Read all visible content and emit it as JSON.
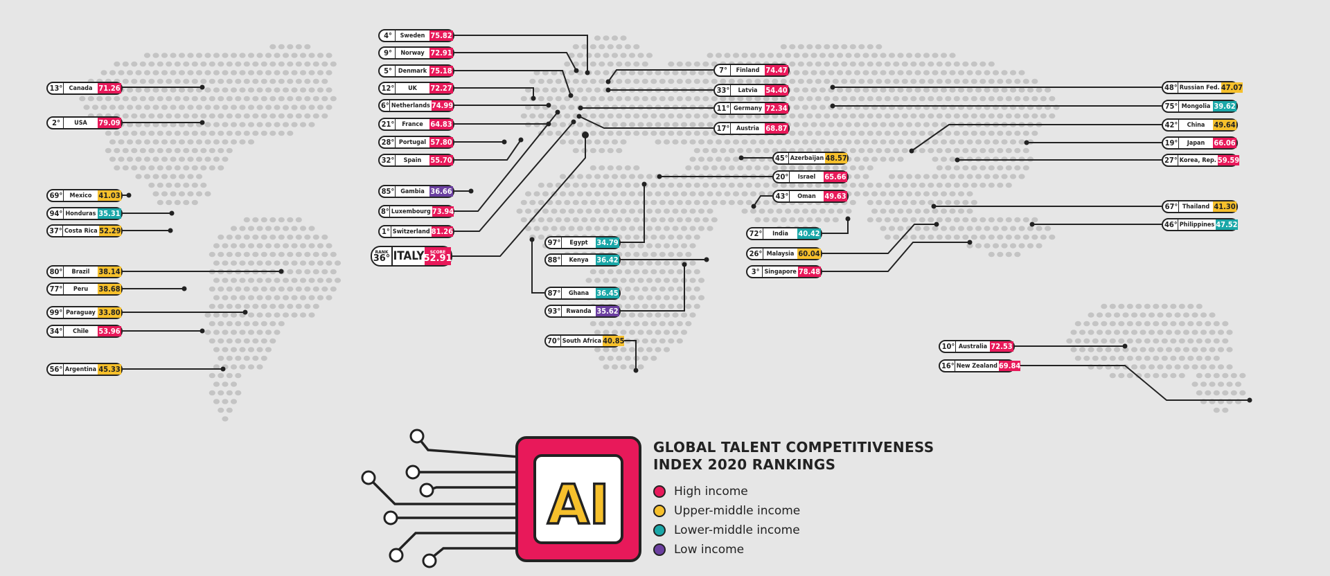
{
  "colors": {
    "high": "#e8195a",
    "upper_middle": "#f6c02c",
    "lower_middle": "#1aa7a8",
    "low": "#6b3fa0",
    "dots": "#c4c4c4",
    "background": "#e6e6e6"
  },
  "title_line1": "GLOBAL TALENT COMPETITIVENESS",
  "title_line2": "INDEX 2020 RANKINGS",
  "legend": [
    {
      "label": "High income",
      "color": "#e8195a"
    },
    {
      "label": "Upper-middle income",
      "color": "#f6c02c"
    },
    {
      "label": "Lower-middle income",
      "color": "#1aa7a8"
    },
    {
      "label": "Low income",
      "color": "#6b3fa0"
    }
  ],
  "chip_icon": "ai-chip-icon",
  "chip_text": "AI",
  "featured": {
    "rank_caption": "RANK",
    "rank": "36°",
    "name": "ITALY",
    "score_caption": "SCORE",
    "score": "52.91"
  },
  "countries": [
    {
      "rank": "13°",
      "name": "Canada",
      "score": "71.26",
      "income": "high"
    },
    {
      "rank": "2°",
      "name": "USA",
      "score": "79.09",
      "income": "high"
    },
    {
      "rank": "69°",
      "name": "Mexico",
      "score": "41.03",
      "income": "upper_middle"
    },
    {
      "rank": "94°",
      "name": "Honduras",
      "score": "35.31",
      "income": "lower_middle"
    },
    {
      "rank": "37°",
      "name": "Costa Rica",
      "score": "52.29",
      "income": "upper_middle"
    },
    {
      "rank": "80°",
      "name": "Brazil",
      "score": "38.14",
      "income": "upper_middle"
    },
    {
      "rank": "77°",
      "name": "Peru",
      "score": "38.68",
      "income": "upper_middle"
    },
    {
      "rank": "99°",
      "name": "Paraguay",
      "score": "33.80",
      "income": "upper_middle"
    },
    {
      "rank": "34°",
      "name": "Chile",
      "score": "53.96",
      "income": "high"
    },
    {
      "rank": "56°",
      "name": "Argentina",
      "score": "45.33",
      "income": "upper_middle"
    },
    {
      "rank": "4°",
      "name": "Sweden",
      "score": "75.82",
      "income": "high"
    },
    {
      "rank": "9°",
      "name": "Norway",
      "score": "72.91",
      "income": "high"
    },
    {
      "rank": "5°",
      "name": "Denmark",
      "score": "75.18",
      "income": "high"
    },
    {
      "rank": "12°",
      "name": "UK",
      "score": "72.27",
      "income": "high"
    },
    {
      "rank": "6°",
      "name": "Netherlands",
      "score": "74.99",
      "income": "high"
    },
    {
      "rank": "21°",
      "name": "France",
      "score": "64.83",
      "income": "high"
    },
    {
      "rank": "28°",
      "name": "Portugal",
      "score": "57.80",
      "income": "high"
    },
    {
      "rank": "32°",
      "name": "Spain",
      "score": "55.70",
      "income": "high"
    },
    {
      "rank": "85°",
      "name": "Gambia",
      "score": "36.66",
      "income": "low"
    },
    {
      "rank": "8°",
      "name": "Luxembourg",
      "score": "73.94",
      "income": "high"
    },
    {
      "rank": "1°",
      "name": "Switzerland",
      "score": "81.26",
      "income": "high"
    },
    {
      "rank": "97°",
      "name": "Egypt",
      "score": "34.79",
      "income": "lower_middle"
    },
    {
      "rank": "88°",
      "name": "Kenya",
      "score": "36.42",
      "income": "lower_middle"
    },
    {
      "rank": "87°",
      "name": "Ghana",
      "score": "36.45",
      "income": "lower_middle"
    },
    {
      "rank": "93°",
      "name": "Rwanda",
      "score": "35.62",
      "income": "low"
    },
    {
      "rank": "70°",
      "name": "South Africa",
      "score": "40.85",
      "income": "upper_middle"
    },
    {
      "rank": "7°",
      "name": "Finland",
      "score": "74.47",
      "income": "high"
    },
    {
      "rank": "33°",
      "name": "Latvia",
      "score": "54.40",
      "income": "high"
    },
    {
      "rank": "11°",
      "name": "Germany",
      "score": "72.34",
      "income": "high"
    },
    {
      "rank": "17°",
      "name": "Austria",
      "score": "68.87",
      "income": "high"
    },
    {
      "rank": "45°",
      "name": "Azerbaijan",
      "score": "48.57",
      "income": "upper_middle"
    },
    {
      "rank": "20°",
      "name": "Israel",
      "score": "65.66",
      "income": "high"
    },
    {
      "rank": "43°",
      "name": "Oman",
      "score": "49.63",
      "income": "high"
    },
    {
      "rank": "72°",
      "name": "India",
      "score": "40.42",
      "income": "lower_middle"
    },
    {
      "rank": "26°",
      "name": "Malaysia",
      "score": "60.04",
      "income": "upper_middle"
    },
    {
      "rank": "3°",
      "name": "Singapore",
      "score": "78.48",
      "income": "high"
    },
    {
      "rank": "48°",
      "name": "Russian Fed.",
      "score": "47.07",
      "income": "upper_middle"
    },
    {
      "rank": "75°",
      "name": "Mongolia",
      "score": "39.62",
      "income": "lower_middle"
    },
    {
      "rank": "42°",
      "name": "China",
      "score": "49.64",
      "income": "upper_middle"
    },
    {
      "rank": "19°",
      "name": "Japan",
      "score": "66.06",
      "income": "high"
    },
    {
      "rank": "27°",
      "name": "Korea, Rep.",
      "score": "59.59",
      "income": "high"
    },
    {
      "rank": "67°",
      "name": "Thailand",
      "score": "41.30",
      "income": "upper_middle"
    },
    {
      "rank": "46°",
      "name": "Philippines",
      "score": "47.52",
      "income": "lower_middle"
    },
    {
      "rank": "10°",
      "name": "Australia",
      "score": "72.53",
      "income": "high"
    },
    {
      "rank": "16°",
      "name": "New Zealand",
      "score": "69.84",
      "income": "high"
    }
  ]
}
